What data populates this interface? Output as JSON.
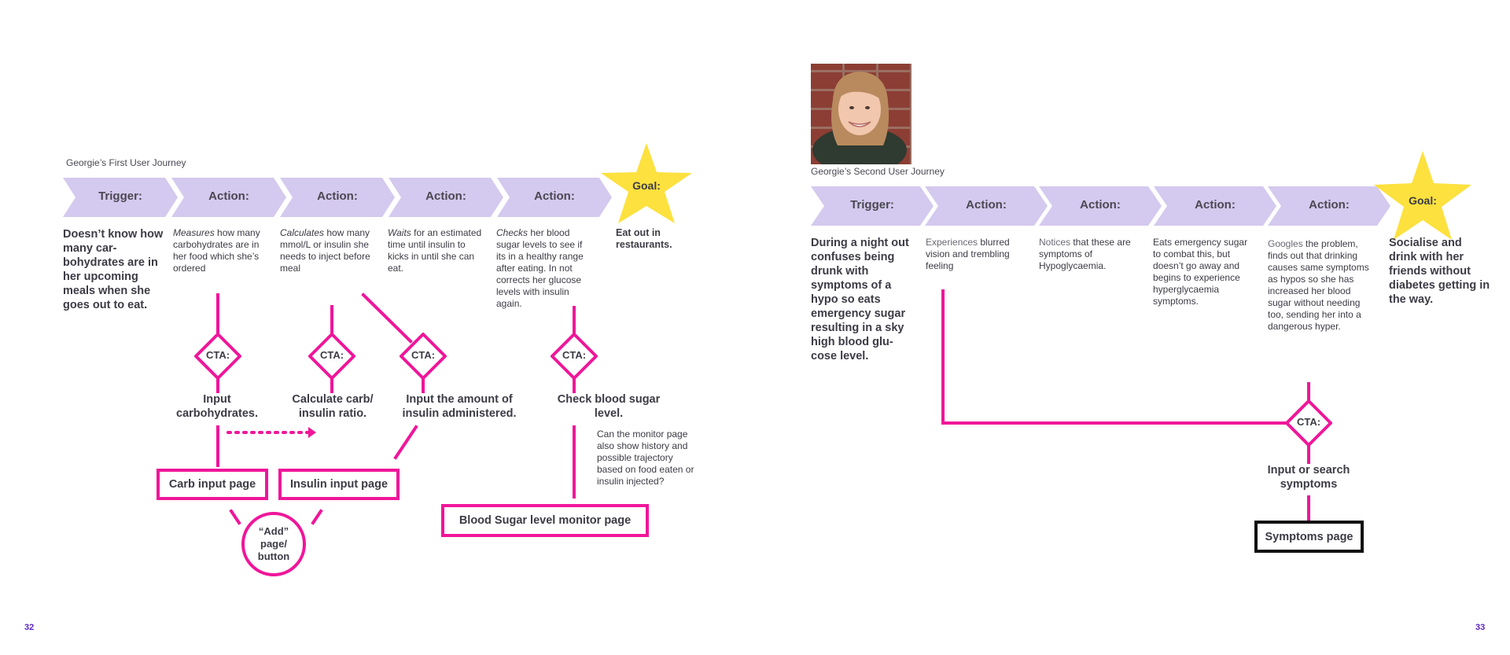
{
  "journey1": {
    "title": "Georgie’s First User Journey",
    "steps": [
      "Trigger:",
      "Action:",
      "Action:",
      "Action:",
      "Action:"
    ],
    "goal_label": "Goal:",
    "trigger_text": "Doesn’t know how many car-bohydrates are in her upcoming meals when she goes out to eat.",
    "actions": [
      {
        "verb": "Measures",
        "text": " how many carbohydrates are in her food which she’s ordered"
      },
      {
        "verb": "Calculates",
        "text": " how many mmol/L or insulin she needs to inject before meal"
      },
      {
        "verb": "Waits",
        "text": " for an estimated time until insulin to kicks in until she can eat."
      },
      {
        "verb": "Checks",
        "text": " her blood sugar levels to see if its in a healthy range after eating. In not corrects her glucose levels with insulin again."
      }
    ],
    "goal_text": "Eat out in restaurants.",
    "cta_label": "CTA:",
    "ctas": [
      "Input carbohydrates.",
      "Calculate carb/ insulin ratio.",
      "Input the amount of insulin administered.",
      "Check blood sugar level."
    ],
    "pages": [
      "Carb input page",
      "Insulin input page",
      "Blood Sugar level monitor page"
    ],
    "add_button": "“Add” page/ button",
    "note": "Can the monitor page also show history and possible trajectory based on food eaten or insulin injected?"
  },
  "journey2": {
    "title": "Georgie’s Second User Journey",
    "steps": [
      "Trigger:",
      "Action:",
      "Action:",
      "Action:",
      "Action:"
    ],
    "goal_label": "Goal:",
    "trigger_text": "During a night out confuses being drunk with symptoms of a hypo so eats emergency sugar resulting in a sky high blood glu-cose level.",
    "actions": [
      {
        "verb": "Experiences",
        "text": " blurred vision and trembling feeling"
      },
      {
        "verb": "Notices",
        "text": " that these are symptoms of Hypoglycaemia."
      },
      {
        "verb": "",
        "text": "Eats emergency sugar to combat this, but doesn’t go away and begins to experience hyperglycaemia symptoms."
      },
      {
        "verb": "Googles",
        "text": " the problem, finds out that drinking causes same symptoms as hypos so she has increased her blood sugar without needing too, sending her into a dangerous hyper."
      }
    ],
    "goal_text": "Socialise and drink with her friends without diabetes getting in the way.",
    "cta_label": "CTA:",
    "cta": "Input or search symptoms",
    "page": "Symptoms page"
  },
  "page_numbers": {
    "left": "32",
    "right": "33"
  },
  "colors": {
    "chevron": "#d4c9ee",
    "accent": "#f0169a",
    "star": "#fde13e",
    "page_number": "#5b22c8"
  }
}
